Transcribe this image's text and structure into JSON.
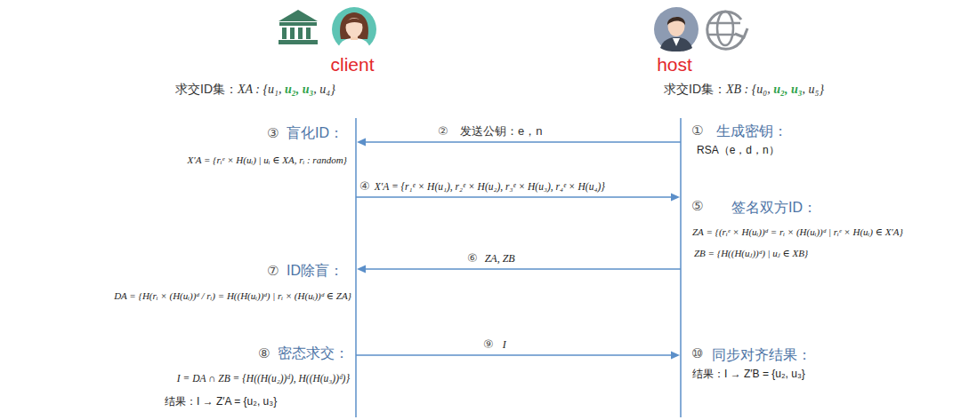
{
  "diagram": {
    "labels": [
      "client",
      "host",
      "求交ID集：",
      "XA : {u₁, ",
      "u₂, u₃",
      ", u₄}",
      "求交ID集：",
      "XB : {u₀, ",
      "u₂, u₃",
      ", u₅}",
      "③",
      "盲化ID：",
      "①",
      "生成密钥：",
      "②",
      "发送公钥：e，n",
      "RSA（e，d，n）",
      "X′A = {rᵢᵉ × H(uᵢ) | uᵢ ∈ XA, rᵢ : random}",
      "④",
      "X′A = {r₁ᵉ × H(u₁), r₂ᵉ × H(u₂), r₃ᵉ × H(u₃), r₄ᵉ × H(u₄)}",
      "⑤",
      "签名双方ID：",
      "ZA = {(rᵢᵉ × H(uᵢ))ᵈ = rᵢ × (H(uᵢ))ᵈ | rᵢᵉ × H(uᵢ) ∈ X′A}",
      "ZB = {H((H(uⱼ))ᵈ) | uⱼ ∈ XB}",
      "⑥",
      "ZA, ZB",
      "⑦",
      "ID除盲：",
      "DA = {H(rᵢ × (H(uᵢ))ᵈ / rᵢ) = H((H(uᵢ))ᵈ) | rᵢ × (H(uᵢ))ᵈ ∈ ZA}",
      "⑧",
      "密态求交：",
      "⑨",
      "I",
      "⑩",
      "同步对齐结果：",
      "I = DA ∩ ZB = {H((H(u₂))ᵈ), H((H(u₃))ᵈ)}",
      "结果：I → Z′A = {u₂, u₃}",
      "结果：I → Z′B = {u₂, u₃}"
    ]
  }
}
